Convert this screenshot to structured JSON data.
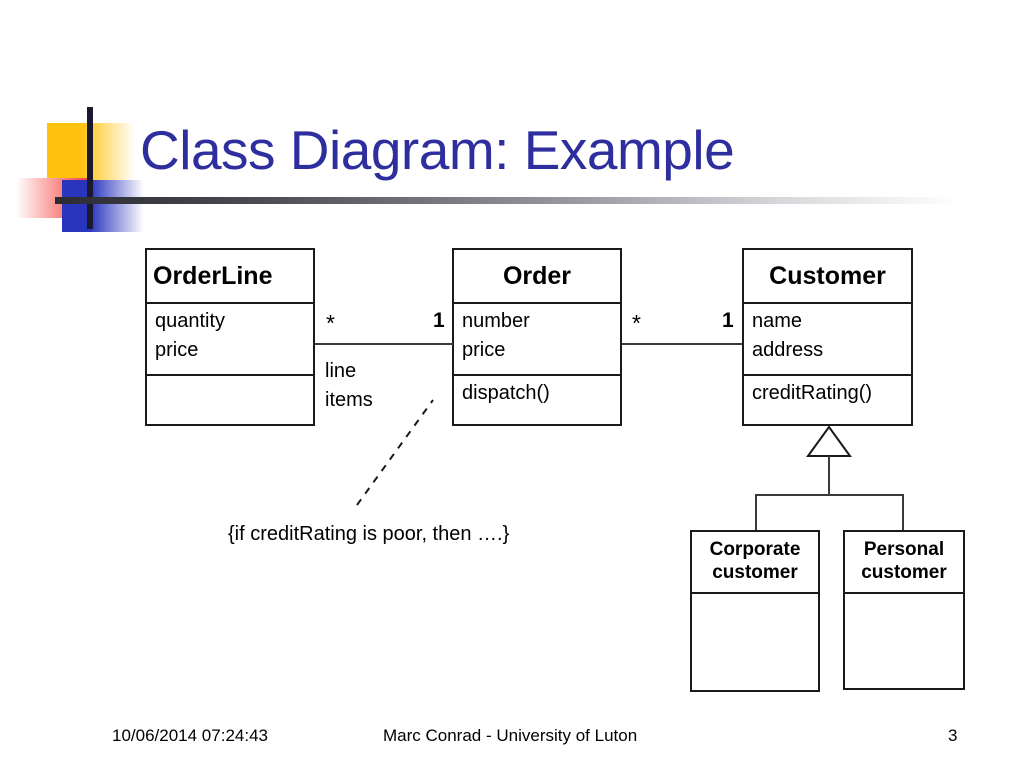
{
  "slide": {
    "title": "Class Diagram: Example",
    "title_color": "#2E2E9E",
    "decoration": {
      "yellow_color": "#FFC20E",
      "red_color": "#F4393B",
      "blue_color": "#2A35BE",
      "line_color": "#1a1a2e"
    }
  },
  "diagram": {
    "classes": [
      {
        "id": "orderline",
        "name": "OrderLine",
        "attributes": [
          "quantity",
          "price"
        ],
        "operations": []
      },
      {
        "id": "order",
        "name": "Order",
        "attributes": [
          "number",
          "price"
        ],
        "operations": [
          "dispatch()"
        ]
      },
      {
        "id": "customer",
        "name": "Customer",
        "attributes": [
          "name",
          "address"
        ],
        "operations": [
          "creditRating()"
        ]
      },
      {
        "id": "corporate-customer",
        "name": "Corporate customer",
        "name_line1": "Corporate",
        "name_line2": "customer",
        "attributes": [],
        "operations": []
      },
      {
        "id": "personal-customer",
        "name": "Personal customer",
        "name_line1": "Personal",
        "name_line2": "customer",
        "attributes": [],
        "operations": []
      }
    ],
    "associations": [
      {
        "id": "orderline-order",
        "source": "OrderLine",
        "target": "Order",
        "source_multiplicity": "*",
        "target_multiplicity": "1",
        "label_line1": "line",
        "label_line2": "items"
      },
      {
        "id": "order-customer",
        "source": "Order",
        "target": "Customer",
        "source_multiplicity": "*",
        "target_multiplicity": "1",
        "label_line1": "",
        "label_line2": ""
      }
    ],
    "generalizations": [
      {
        "parent": "Customer",
        "children": [
          "Corporate customer",
          "Personal customer"
        ]
      }
    ],
    "note": {
      "text": "{if creditRating is poor, then ….}"
    }
  },
  "footer": {
    "date": "10/06/2014 07:24:43",
    "center": "Marc Conrad - University of Luton",
    "page": "3"
  }
}
